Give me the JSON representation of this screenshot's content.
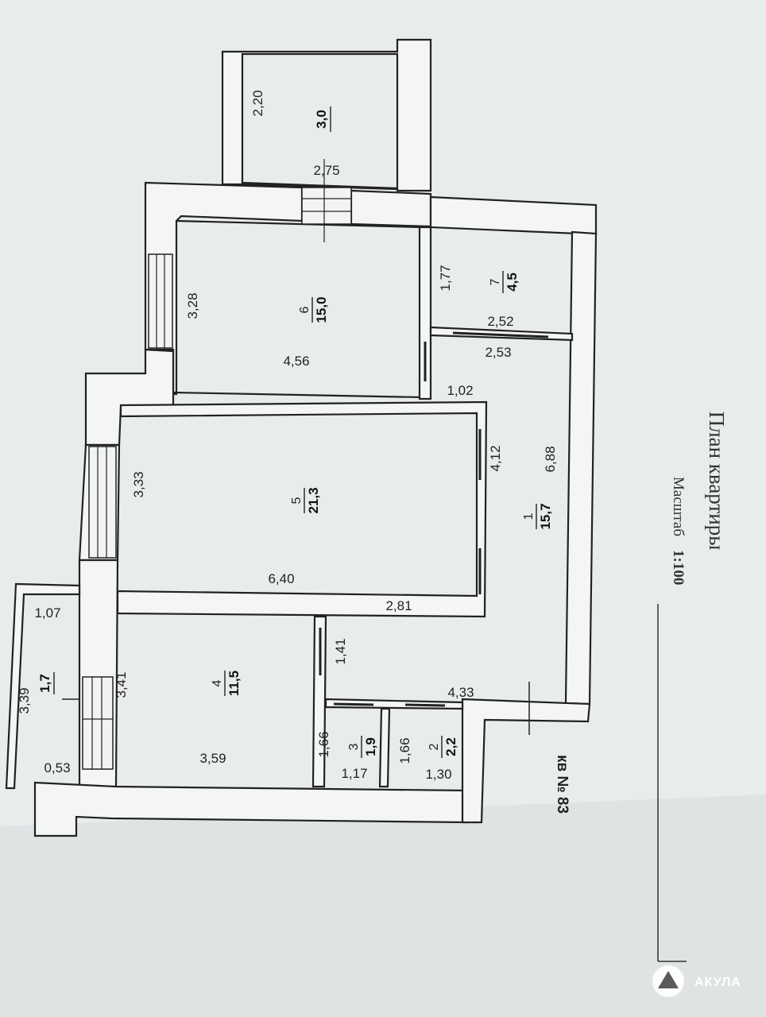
{
  "plan": {
    "title": "План квартиры",
    "scale_label": "Масштаб",
    "scale_value": "1:100",
    "apartment_label": "кв  № 83"
  },
  "rooms": [
    {
      "id": "room-1",
      "number": "1",
      "area": "15,7"
    },
    {
      "id": "room-2",
      "number": "2",
      "area": "2,2"
    },
    {
      "id": "room-3",
      "number": "3",
      "area": "1,9"
    },
    {
      "id": "room-4",
      "number": "4",
      "area": "11,5"
    },
    {
      "id": "room-5",
      "number": "5",
      "area": "21,3"
    },
    {
      "id": "room-6",
      "number": "6",
      "area": "15,0"
    },
    {
      "id": "room-7",
      "number": "7",
      "area": "4,5"
    },
    {
      "id": "balcony-top",
      "number": "",
      "area": "3,0"
    },
    {
      "id": "balcony-bottom",
      "number": "",
      "area": "1,7"
    }
  ],
  "dimensions": [
    "2,20",
    "2,75",
    "1,77",
    "3,28",
    "2,52",
    "2,53",
    "4,56",
    "1,02",
    "6,88",
    "4,12",
    "3,33",
    "6,40",
    "2,81",
    "1,07",
    "1,41",
    "3,41",
    "3,39",
    "4,33",
    "1,66",
    "1,66",
    "3,59",
    "0,53",
    "1,17",
    "1,30"
  ],
  "watermark": {
    "brand": "АКУЛА"
  }
}
